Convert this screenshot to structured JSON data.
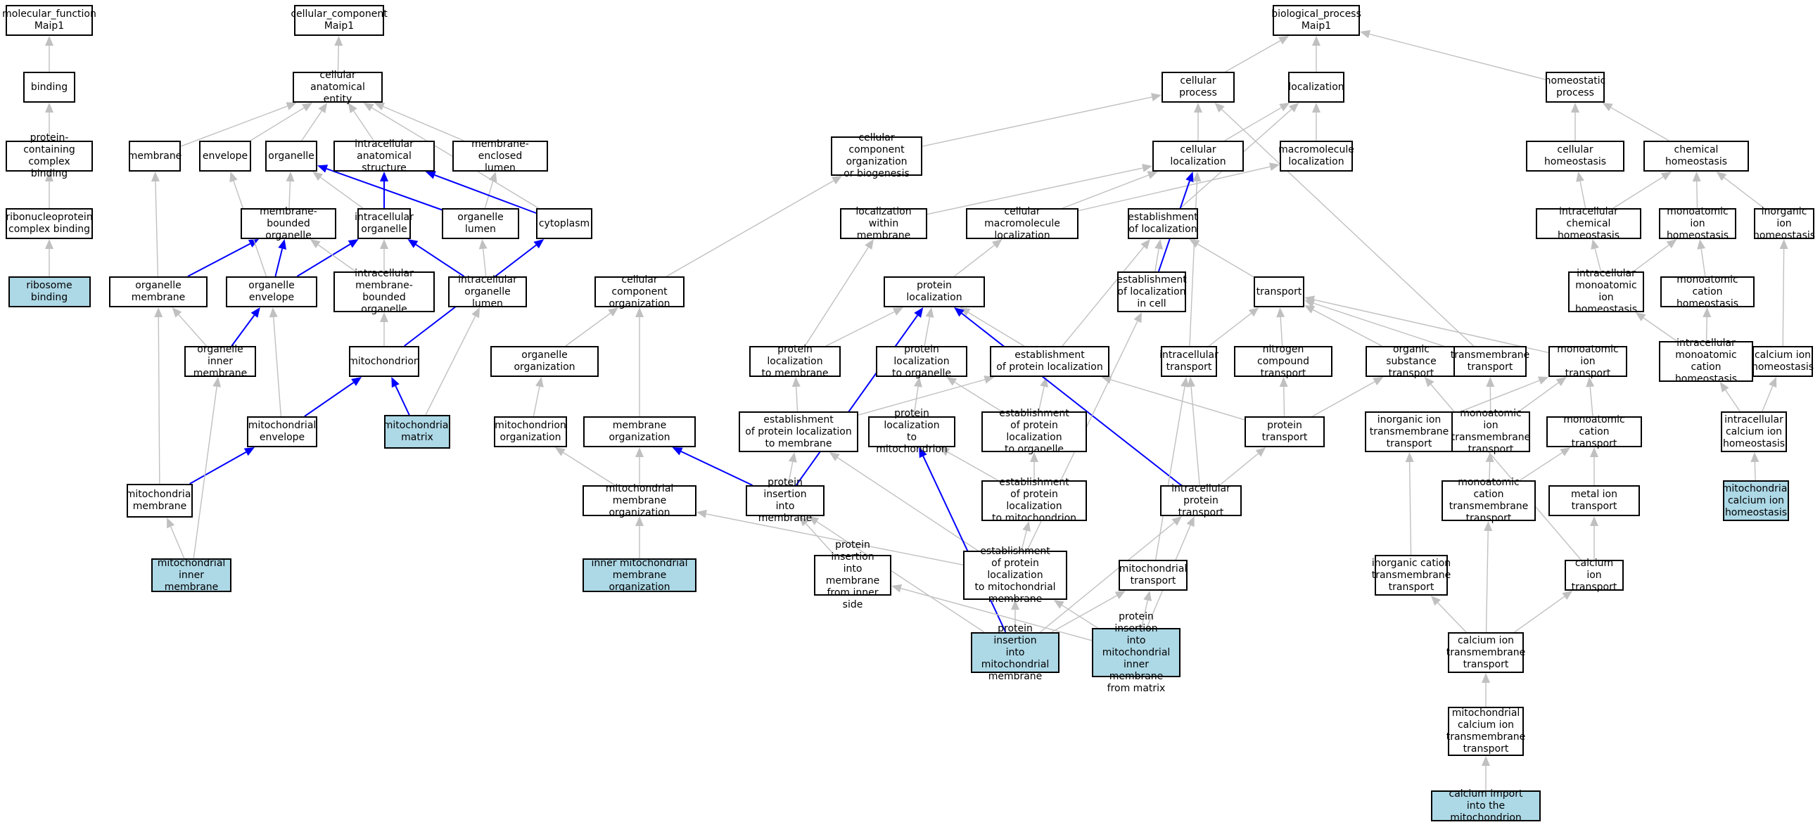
{
  "colors": {
    "edge": "#c0c0c0",
    "path_edge": "#0000ff",
    "highlight": "#add8e6",
    "node_border": "#000000",
    "background": "#ffffff"
  },
  "nodes": [
    {
      "id": "mf",
      "label": "molecular_function\nMaip1",
      "hl": false
    },
    {
      "id": "binding",
      "label": "binding",
      "hl": false
    },
    {
      "id": "pcb",
      "label": "protein-containing\ncomplex binding",
      "hl": false
    },
    {
      "id": "rnpcb",
      "label": "ribonucleoprotein\ncomplex binding",
      "hl": false
    },
    {
      "id": "ribo",
      "label": "ribosome binding",
      "hl": true
    },
    {
      "id": "cc",
      "label": "cellular_component\nMaip1",
      "hl": false
    },
    {
      "id": "cae",
      "label": "cellular anatomical\nentity",
      "hl": false
    },
    {
      "id": "membrane",
      "label": "membrane",
      "hl": false
    },
    {
      "id": "envelope",
      "label": "envelope",
      "hl": false
    },
    {
      "id": "organelle",
      "label": "organelle",
      "hl": false
    },
    {
      "id": "ias",
      "label": "intracellular\nanatomical structure",
      "hl": false
    },
    {
      "id": "mel",
      "label": "membrane-enclosed\nlumen",
      "hl": false
    },
    {
      "id": "cytoplasm",
      "label": "cytoplasm",
      "hl": false
    },
    {
      "id": "mbo",
      "label": "membrane-bounded\norganelle",
      "hl": false
    },
    {
      "id": "io",
      "label": "intracellular\norganelle",
      "hl": false
    },
    {
      "id": "ol",
      "label": "organelle lumen",
      "hl": false
    },
    {
      "id": "om",
      "label": "organelle membrane",
      "hl": false
    },
    {
      "id": "oe",
      "label": "organelle envelope",
      "hl": false
    },
    {
      "id": "imbo",
      "label": "intracellular\nmembrane-bounded\norganelle",
      "hl": false
    },
    {
      "id": "iol",
      "label": "intracellular\norganelle lumen",
      "hl": false
    },
    {
      "id": "oim",
      "label": "organelle inner\nmembrane",
      "hl": false
    },
    {
      "id": "mito",
      "label": "mitochondrion",
      "hl": false
    },
    {
      "id": "menv",
      "label": "mitochondrial\nenvelope",
      "hl": false
    },
    {
      "id": "mmatrix",
      "label": "mitochondrial\nmatrix",
      "hl": true
    },
    {
      "id": "mmem",
      "label": "mitochondrial\nmembrane",
      "hl": false
    },
    {
      "id": "mim",
      "label": "mitochondrial\ninner membrane",
      "hl": true
    },
    {
      "id": "bp",
      "label": "biological_process\nMaip1",
      "hl": false
    },
    {
      "id": "cp",
      "label": "cellular process",
      "hl": false
    },
    {
      "id": "loc",
      "label": "localization",
      "hl": false
    },
    {
      "id": "hp",
      "label": "homeostatic\nprocess",
      "hl": false
    },
    {
      "id": "ccob",
      "label": "cellular component\norganization\nor biogenesis",
      "hl": false
    },
    {
      "id": "cl",
      "label": "cellular localization",
      "hl": false
    },
    {
      "id": "ml",
      "label": "macromolecule\nlocalization",
      "hl": false
    },
    {
      "id": "ch",
      "label": "cellular homeostasis",
      "hl": false
    },
    {
      "id": "chem",
      "label": "chemical homeostasis",
      "hl": false
    },
    {
      "id": "lwm",
      "label": "localization\nwithin membrane",
      "hl": false
    },
    {
      "id": "cml",
      "label": "cellular macromolecule\nlocalization",
      "hl": false
    },
    {
      "id": "eol",
      "label": "establishment\nof localization",
      "hl": false
    },
    {
      "id": "ichem",
      "label": "intracellular\nchemical homeostasis",
      "hl": false
    },
    {
      "id": "mih",
      "label": "monoatomic ion\nhomeostasis",
      "hl": false
    },
    {
      "id": "inih",
      "label": "inorganic ion\nhomeostasis",
      "hl": false
    },
    {
      "id": "cco",
      "label": "cellular component\norganization",
      "hl": false
    },
    {
      "id": "pl",
      "label": "protein localization",
      "hl": false
    },
    {
      "id": "eolc",
      "label": "establishment\nof localization\nin cell",
      "hl": false
    },
    {
      "id": "transport",
      "label": "transport",
      "hl": false
    },
    {
      "id": "imih",
      "label": "intracellular\nmonoatomic ion\nhomeostasis",
      "hl": false
    },
    {
      "id": "mch",
      "label": "monoatomic cation\nhomeostasis",
      "hl": false
    },
    {
      "id": "oo",
      "label": "organelle organization",
      "hl": false
    },
    {
      "id": "pltm",
      "label": "protein localization\nto membrane",
      "hl": false
    },
    {
      "id": "plto",
      "label": "protein localization\nto organelle",
      "hl": false
    },
    {
      "id": "epl",
      "label": "establishment\nof protein localization",
      "hl": false
    },
    {
      "id": "it",
      "label": "intracellular\ntransport",
      "hl": false
    },
    {
      "id": "nct",
      "label": "nitrogen compound\ntransport",
      "hl": false
    },
    {
      "id": "ost",
      "label": "organic substance\ntransport",
      "hl": false
    },
    {
      "id": "tmt",
      "label": "transmembrane\ntransport",
      "hl": false
    },
    {
      "id": "mit",
      "label": "monoatomic ion\ntransport",
      "hl": false
    },
    {
      "id": "imch",
      "label": "intracellular\nmonoatomic cation\nhomeostasis",
      "hl": false
    },
    {
      "id": "cih",
      "label": "calcium ion\nhomeostasis",
      "hl": false
    },
    {
      "id": "mo",
      "label": "mitochondrion\norganization",
      "hl": false
    },
    {
      "id": "memorg",
      "label": "membrane organization",
      "hl": false
    },
    {
      "id": "epltm",
      "label": "establishment\nof protein localization\nto membrane",
      "hl": false
    },
    {
      "id": "pltmito",
      "label": "protein localization\nto mitochondrion",
      "hl": false
    },
    {
      "id": "eplto",
      "label": "establishment\nof protein localization\nto organelle",
      "hl": false
    },
    {
      "id": "pt",
      "label": "protein transport",
      "hl": false
    },
    {
      "id": "iitt",
      "label": "inorganic ion\ntransmembrane\ntransport",
      "hl": false
    },
    {
      "id": "mitt",
      "label": "monoatomic ion\ntransmembrane\ntransport",
      "hl": false
    },
    {
      "id": "mct",
      "label": "monoatomic cation\ntransport",
      "hl": false
    },
    {
      "id": "icch",
      "label": "intracellular\ncalcium ion\nhomeostasis",
      "hl": false
    },
    {
      "id": "mmo",
      "label": "mitochondrial\nmembrane organization",
      "hl": false
    },
    {
      "id": "pim",
      "label": "protein insertion\ninto membrane",
      "hl": false
    },
    {
      "id": "epltmito",
      "label": "establishment\nof protein localization\nto mitochondrion",
      "hl": false
    },
    {
      "id": "ipt",
      "label": "intracellular\nprotein transport",
      "hl": false
    },
    {
      "id": "mctt",
      "label": "monoatomic cation\ntransmembrane\ntransport",
      "hl": false
    },
    {
      "id": "mett",
      "label": "metal ion transport",
      "hl": false
    },
    {
      "id": "mcih",
      "label": "mitochondrial\ncalcium ion\nhomeostasis",
      "hl": true
    },
    {
      "id": "imo",
      "label": "inner mitochondrial\nmembrane organization",
      "hl": true
    },
    {
      "id": "pimis",
      "label": "protein insertion\ninto membrane\nfrom inner side",
      "hl": false
    },
    {
      "id": "epltmm",
      "label": "establishment\nof protein localization\nto mitochondrial\nmembrane",
      "hl": false
    },
    {
      "id": "mt",
      "label": "mitochondrial\ntransport",
      "hl": false
    },
    {
      "id": "icatt",
      "label": "inorganic cation\ntransmembrane\ntransport",
      "hl": false
    },
    {
      "id": "cit",
      "label": "calcium ion\ntransport",
      "hl": false
    },
    {
      "id": "pimm",
      "label": "protein insertion\ninto mitochondrial\nmembrane",
      "hl": true
    },
    {
      "id": "pimim",
      "label": "protein insertion\ninto mitochondrial\ninner membrane\nfrom matrix",
      "hl": true
    },
    {
      "id": "citt",
      "label": "calcium ion\ntransmembrane\ntransport",
      "hl": false
    },
    {
      "id": "mcitt",
      "label": "mitochondrial\ncalcium ion\ntransmembrane\ntransport",
      "hl": false
    },
    {
      "id": "cimito",
      "label": "calcium import\ninto the mitochondrion",
      "hl": true
    }
  ],
  "edges": [
    [
      "binding",
      "mf",
      0
    ],
    [
      "pcb",
      "binding",
      0
    ],
    [
      "rnpcb",
      "pcb",
      0
    ],
    [
      "ribo",
      "rnpcb",
      0
    ],
    [
      "cae",
      "cc",
      0
    ],
    [
      "membrane",
      "cae",
      0
    ],
    [
      "envelope",
      "cae",
      0
    ],
    [
      "organelle",
      "cae",
      0
    ],
    [
      "ias",
      "cae",
      0
    ],
    [
      "mel",
      "cae",
      0
    ],
    [
      "cytoplasm",
      "cae",
      0
    ],
    [
      "mbo",
      "organelle",
      0
    ],
    [
      "io",
      "organelle",
      0
    ],
    [
      "io",
      "ias",
      1
    ],
    [
      "ol",
      "organelle",
      1
    ],
    [
      "ol",
      "mel",
      0
    ],
    [
      "cytoplasm",
      "ias",
      1
    ],
    [
      "om",
      "membrane",
      0
    ],
    [
      "om",
      "mbo",
      1
    ],
    [
      "oe",
      "envelope",
      0
    ],
    [
      "oe",
      "mbo",
      1
    ],
    [
      "oe",
      "io",
      1
    ],
    [
      "imbo",
      "mbo",
      0
    ],
    [
      "imbo",
      "io",
      0
    ],
    [
      "iol",
      "io",
      1
    ],
    [
      "iol",
      "ol",
      0
    ],
    [
      "oim",
      "om",
      0
    ],
    [
      "oim",
      "oe",
      1
    ],
    [
      "mito",
      "imbo",
      0
    ],
    [
      "mito",
      "cytoplasm",
      1
    ],
    [
      "menv",
      "oe",
      0
    ],
    [
      "menv",
      "mito",
      1
    ],
    [
      "mmatrix",
      "mito",
      1
    ],
    [
      "mmatrix",
      "iol",
      0
    ],
    [
      "mmem",
      "om",
      0
    ],
    [
      "mmem",
      "menv",
      1
    ],
    [
      "mim",
      "mmem",
      0
    ],
    [
      "mim",
      "oim",
      0
    ],
    [
      "cp",
      "bp",
      0
    ],
    [
      "loc",
      "bp",
      0
    ],
    [
      "hp",
      "bp",
      0
    ],
    [
      "ccob",
      "cp",
      0
    ],
    [
      "cl",
      "cp",
      0
    ],
    [
      "cl",
      "loc",
      0
    ],
    [
      "ml",
      "loc",
      0
    ],
    [
      "ch",
      "hp",
      0
    ],
    [
      "chem",
      "hp",
      0
    ],
    [
      "lwm",
      "cl",
      0
    ],
    [
      "cml",
      "cl",
      0
    ],
    [
      "cml",
      "ml",
      0
    ],
    [
      "eol",
      "loc",
      0
    ],
    [
      "ichem",
      "ch",
      0
    ],
    [
      "ichem",
      "chem",
      0
    ],
    [
      "mih",
      "chem",
      0
    ],
    [
      "inih",
      "chem",
      0
    ],
    [
      "cco",
      "ccob",
      0
    ],
    [
      "pl",
      "cml",
      0
    ],
    [
      "eolc",
      "cl",
      1
    ],
    [
      "eolc",
      "eol",
      0
    ],
    [
      "transport",
      "eol",
      0
    ],
    [
      "imih",
      "ichem",
      0
    ],
    [
      "imih",
      "mih",
      0
    ],
    [
      "mch",
      "mih",
      0
    ],
    [
      "oo",
      "cco",
      0
    ],
    [
      "pltm",
      "pl",
      0
    ],
    [
      "pltm",
      "lwm",
      0
    ],
    [
      "plto",
      "pl",
      0
    ],
    [
      "epl",
      "pl",
      0
    ],
    [
      "epl",
      "eol",
      0
    ],
    [
      "it",
      "cl",
      0
    ],
    [
      "it",
      "transport",
      0
    ],
    [
      "nct",
      "transport",
      0
    ],
    [
      "ost",
      "transport",
      0
    ],
    [
      "tmt",
      "cp",
      0
    ],
    [
      "tmt",
      "transport",
      0
    ],
    [
      "mit",
      "transport",
      0
    ],
    [
      "imch",
      "imih",
      0
    ],
    [
      "imch",
      "mch",
      0
    ],
    [
      "cih",
      "inih",
      0
    ],
    [
      "cih",
      "imch",
      0
    ],
    [
      "mo",
      "oo",
      0
    ],
    [
      "memorg",
      "cco",
      0
    ],
    [
      "epltm",
      "pltm",
      0
    ],
    [
      "epltm",
      "epl",
      0
    ],
    [
      "pltmito",
      "plto",
      0
    ],
    [
      "eplto",
      "plto",
      0
    ],
    [
      "eplto",
      "epl",
      0
    ],
    [
      "pt",
      "epl",
      0
    ],
    [
      "pt",
      "ost",
      0
    ],
    [
      "pt",
      "nct",
      0
    ],
    [
      "iitt",
      "mit",
      0
    ],
    [
      "mitt",
      "tmt",
      0
    ],
    [
      "mitt",
      "mit",
      0
    ],
    [
      "mct",
      "mit",
      0
    ],
    [
      "icch",
      "imch",
      0
    ],
    [
      "icch",
      "cih",
      0
    ],
    [
      "mmo",
      "mo",
      0
    ],
    [
      "mmo",
      "memorg",
      0
    ],
    [
      "pim",
      "memorg",
      1
    ],
    [
      "pim",
      "pl",
      1
    ],
    [
      "pim",
      "epltm",
      0
    ],
    [
      "epltmito",
      "eplto",
      0
    ],
    [
      "epltmito",
      "pltmito",
      0
    ],
    [
      "ipt",
      "it",
      0
    ],
    [
      "ipt",
      "pt",
      0
    ],
    [
      "ipt",
      "pl",
      1
    ],
    [
      "mctt",
      "mitt",
      0
    ],
    [
      "mctt",
      "mct",
      0
    ],
    [
      "mett",
      "mct",
      0
    ],
    [
      "mcih",
      "icch",
      0
    ],
    [
      "imo",
      "mmo",
      0
    ],
    [
      "pimis",
      "pim",
      0
    ],
    [
      "epltmm",
      "mmo",
      0
    ],
    [
      "epltmm",
      "epltm",
      0
    ],
    [
      "epltmm",
      "epltmito",
      0
    ],
    [
      "epltmm",
      "eolc",
      0
    ],
    [
      "mt",
      "it",
      0
    ],
    [
      "icatt",
      "iitt",
      0
    ],
    [
      "cit",
      "mett",
      0
    ],
    [
      "cit",
      "ost",
      0
    ],
    [
      "pimm",
      "pim",
      0
    ],
    [
      "pimm",
      "epltmm",
      0
    ],
    [
      "pimm",
      "mt",
      0
    ],
    [
      "pimm",
      "ipt",
      0
    ],
    [
      "pimm",
      "pltmito",
      1
    ],
    [
      "pimim",
      "pimis",
      0
    ],
    [
      "pimim",
      "epltmm",
      0
    ],
    [
      "pimim",
      "mt",
      0
    ],
    [
      "pimim",
      "ipt",
      0
    ],
    [
      "citt",
      "icatt",
      0
    ],
    [
      "citt",
      "mctt",
      0
    ],
    [
      "citt",
      "cit",
      0
    ],
    [
      "mcitt",
      "citt",
      0
    ],
    [
      "cimito",
      "mcitt",
      0
    ]
  ]
}
